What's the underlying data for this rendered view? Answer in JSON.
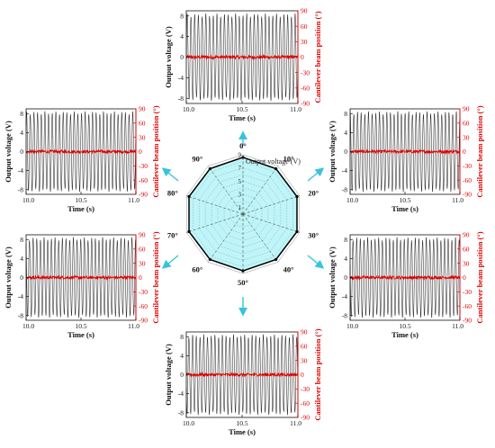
{
  "chart_data": {
    "type": "composite",
    "radar": {
      "type": "radar",
      "title": "Output voltage (V)",
      "categories": [
        "0°",
        "10°",
        "20°",
        "30°",
        "40°",
        "50°",
        "60°",
        "70°",
        "80°",
        "90°"
      ],
      "values": [
        8.6,
        8.5,
        8.6,
        8.6,
        8.5,
        8.6,
        8.5,
        8.6,
        8.6,
        8.5
      ],
      "radial_ticks": [
        "1",
        "3",
        "5",
        "7",
        "9"
      ],
      "rlim": [
        0,
        9
      ],
      "fill_color": "#bff5f8",
      "line_color": "#000000",
      "arrow_color": "#36c4dc"
    },
    "time_series": [
      {
        "position": "top",
        "xlabel": "Time (s)",
        "ylabel": "Output voltage (V)",
        "y2label": "Cantilever beam position (°)",
        "xlim": [
          10.0,
          11.0
        ],
        "ylim": [
          -9,
          9
        ],
        "y2lim": [
          -90,
          90
        ],
        "xticks": [
          "10.0",
          "10.5",
          "11.0"
        ],
        "yticks": [
          "-8",
          "-4",
          "0",
          "4",
          "8"
        ],
        "y2ticks": [
          "-90",
          "-60",
          "-30",
          "0",
          "30",
          "60",
          "90"
        ],
        "series": [
          {
            "frequency_hz": 30,
            "amplitude_v": 8.5
          },
          {
            "mean_deg": 0,
            "noise_deg": 3
          }
        ]
      },
      {
        "position": "left-upper",
        "xlabel": "Time (s)",
        "ylabel": "Output voltage (V)",
        "y2label": "Cantilever beam position (°)",
        "xlim": [
          10.0,
          11.0
        ],
        "ylim": [
          -9,
          9
        ],
        "y2lim": [
          -90,
          90
        ],
        "xticks": [
          "10.0",
          "10.5",
          "11.0"
        ],
        "yticks": [
          "-8",
          "-4",
          "0",
          "4",
          "8"
        ],
        "y2ticks": [
          "-90",
          "-60",
          "-30",
          "0",
          "30",
          "60",
          "90"
        ],
        "series": [
          {
            "frequency_hz": 30,
            "amplitude_v": 8.5
          },
          {
            "mean_deg": 0,
            "noise_deg": 3
          }
        ]
      },
      {
        "position": "right-upper",
        "xlabel": "Time (s)",
        "ylabel": "Output voltage (V)",
        "y2label": "Cantilever beam position (°)",
        "xlim": [
          10.0,
          11.0
        ],
        "ylim": [
          -9,
          9
        ],
        "y2lim": [
          -90,
          90
        ],
        "xticks": [
          "10.0",
          "10.5",
          "11.0"
        ],
        "yticks": [
          "-8",
          "-4",
          "0",
          "4",
          "8"
        ],
        "y2ticks": [
          "-90",
          "-60",
          "-30",
          "0",
          "30",
          "60",
          "90"
        ],
        "series": [
          {
            "frequency_hz": 30,
            "amplitude_v": 8.5
          },
          {
            "mean_deg": 0,
            "noise_deg": 3
          }
        ]
      },
      {
        "position": "left-lower",
        "xlabel": "Time (s)",
        "ylabel": "Output voltage (V)",
        "y2label": "Cantilever beam position (°)",
        "xlim": [
          10.0,
          11.0
        ],
        "ylim": [
          -9,
          9
        ],
        "y2lim": [
          -90,
          90
        ],
        "xticks": [
          "10.0",
          "10.5",
          "11.0"
        ],
        "yticks": [
          "-8",
          "-4",
          "0",
          "4",
          "8"
        ],
        "y2ticks": [
          "-90",
          "-60",
          "-30",
          "0",
          "30",
          "60",
          "90"
        ],
        "series": [
          {
            "frequency_hz": 30,
            "amplitude_v": 8.5
          },
          {
            "mean_deg": 0,
            "noise_deg": 3
          }
        ]
      },
      {
        "position": "right-lower",
        "xlabel": "Time (s)",
        "ylabel": "Output voltage (V)",
        "y2label": "Cantilever beam position (°)",
        "xlim": [
          10.0,
          11.0
        ],
        "ylim": [
          -9,
          9
        ],
        "y2lim": [
          -90,
          90
        ],
        "xticks": [
          "10.0",
          "10.5",
          "11.0"
        ],
        "yticks": [
          "-8",
          "-4",
          "0",
          "4",
          "8"
        ],
        "y2ticks": [
          "-90",
          "-60",
          "-30",
          "0",
          "30",
          "60",
          "90"
        ],
        "series": [
          {
            "frequency_hz": 30,
            "amplitude_v": 8.5
          },
          {
            "mean_deg": 0,
            "noise_deg": 3
          }
        ]
      },
      {
        "position": "bottom",
        "xlabel": "Time (s)",
        "ylabel": "Output voltage (V)",
        "y2label": "Cantilever beam position (°)",
        "xlim": [
          10.0,
          11.0
        ],
        "ylim": [
          -9,
          9
        ],
        "y2lim": [
          -90,
          90
        ],
        "xticks": [
          "10.0",
          "10.5",
          "11.0"
        ],
        "yticks": [
          "-8",
          "-4",
          "0",
          "4",
          "8"
        ],
        "y2ticks": [
          "-90",
          "-60",
          "-30",
          "0",
          "30",
          "60",
          "90"
        ],
        "series": [
          {
            "frequency_hz": 30,
            "amplitude_v": 8.5
          },
          {
            "mean_deg": 0,
            "noise_deg": 3
          }
        ]
      }
    ],
    "colors": {
      "voltage": "#2b2b2b",
      "position": "#e00000",
      "axis": "#111111"
    }
  }
}
